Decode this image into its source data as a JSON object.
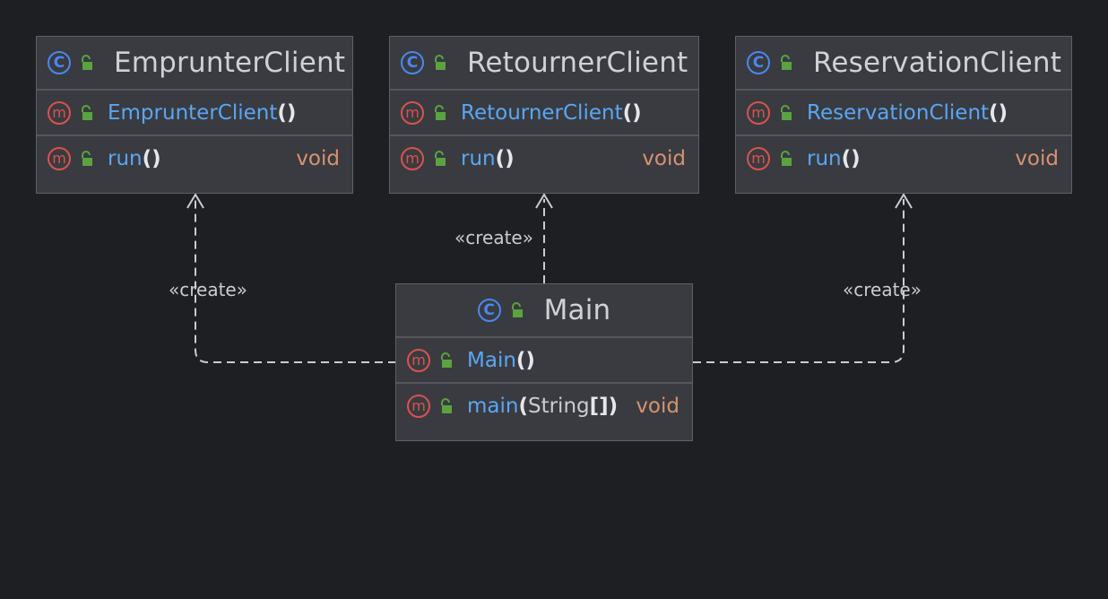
{
  "classes": [
    {
      "name": "EmprunterClient",
      "constructor": {
        "name": "EmprunterClient",
        "params": "()"
      },
      "method": {
        "name": "run",
        "params": "()",
        "return_type": "void"
      }
    },
    {
      "name": "RetournerClient",
      "constructor": {
        "name": "RetournerClient",
        "params": "()"
      },
      "method": {
        "name": "run",
        "params": "()",
        "return_type": "void"
      }
    },
    {
      "name": "ReservationClient",
      "constructor": {
        "name": "ReservationClient",
        "params": "()"
      },
      "method": {
        "name": "run",
        "params": "()",
        "return_type": "void"
      }
    },
    {
      "name": "Main",
      "constructor": {
        "name": "Main",
        "params": "()"
      },
      "method": {
        "name": "main",
        "param_open": "(",
        "param_type": "String",
        "param_close": "[])",
        "return_type": "void"
      }
    }
  ],
  "edges": [
    {
      "from": "Main",
      "to": "EmprunterClient",
      "label": "«create»"
    },
    {
      "from": "Main",
      "to": "RetournerClient",
      "label": "«create»"
    },
    {
      "from": "Main",
      "to": "ReservationClient",
      "label": "«create»"
    }
  ],
  "icons": {
    "class": "class-icon",
    "method": "method-icon",
    "visibility": "public-lock-icon",
    "class_letter": "C",
    "method_letter": "m"
  },
  "colors": {
    "background": "#1e1f22",
    "node_fill": "#393b40",
    "method_name": "#5aa6f5",
    "return_type": "#d89270",
    "class_icon": "#4a88f0",
    "method_icon": "#d9534f",
    "lock_icon": "#5aa340",
    "edge": "#c9ccd3"
  }
}
